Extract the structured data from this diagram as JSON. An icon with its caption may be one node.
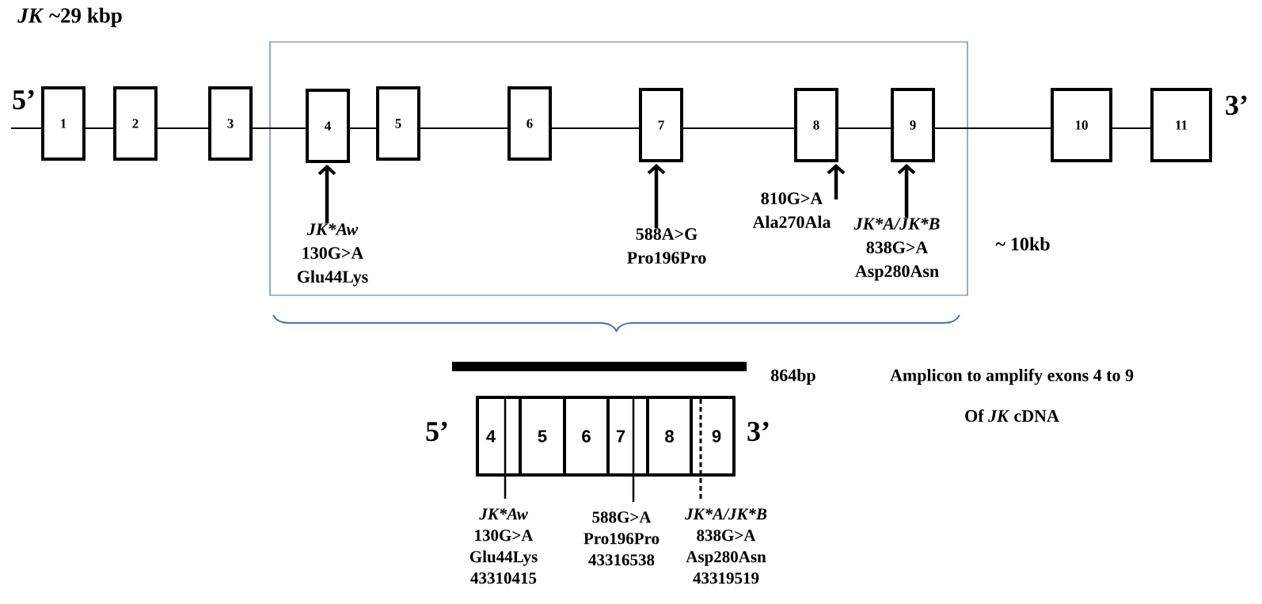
{
  "diagram": {
    "title": "*JK* ~29 kbp",
    "nodes": [
      {
        "text": [],
        "shape": "box"
      },
      {
        "text": [
          "1"
        ]
      },
      {
        "text": [
          "2"
        ]
      },
      {
        "text": [
          "3"
        ]
      },
      {
        "text": [
          "4"
        ],
        "in": 0
      },
      {
        "text": [
          "5"
        ],
        "in": 0
      },
      {
        "text": [
          "6"
        ],
        "in": 0
      },
      {
        "text": [
          "7"
        ],
        "in": 0
      },
      {
        "text": [
          "8"
        ],
        "in": 0
      },
      {
        "text": [
          "9"
        ],
        "in": 0
      },
      {
        "text": [
          "10"
        ]
      },
      {
        "text": [
          "11"
        ]
      },
      {
        "text": [
          "JK*Aw",
          "130G>A",
          "Glu44Lys"
        ],
        "in": 0
      },
      {
        "text": [
          "588A>G",
          "Pro196Pro"
        ],
        "in": 0
      },
      {
        "text": [
          "810G>A",
          "Ala270Ala"
        ],
        "in": 0
      },
      {
        "text": [
          "JK*A/JK*B",
          "838G>A",
          "Asp280Asn"
        ],
        "in": 0
      },
      {
        "text": [],
        "shape": "bar",
        "beside": [
          "864bp"
        ]
      },
      {
        "text": [
          "4"
        ]
      },
      {
        "text": [
          "5"
        ]
      },
      {
        "text": [
          "6"
        ]
      },
      {
        "text": [
          "7"
        ]
      },
      {
        "text": [
          "8"
        ]
      },
      {
        "text": [
          "9"
        ]
      },
      {
        "text": [
          "JK*Aw",
          "130G>A",
          "Glu44Lys",
          "43310415"
        ]
      },
      {
        "text": [
          "588G>A",
          "Pro196Pro",
          "43316538"
        ]
      },
      {
        "text": [
          "JK*A/JK*B",
          "838G>A",
          "Asp280Asn",
          "43319519"
        ]
      }
    ],
    "edges": [
      {
        "from": null,
        "to": 1,
        "arrow": "none"
      },
      {
        "from": 1,
        "to": 2,
        "arrow": "none"
      },
      {
        "from": 2,
        "to": 3,
        "arrow": "none"
      },
      {
        "from": 3,
        "to": 4,
        "arrow": "none"
      },
      {
        "from": 4,
        "to": 5,
        "arrow": "none"
      },
      {
        "from": 5,
        "to": 6,
        "arrow": "none"
      },
      {
        "from": 6,
        "to": 7,
        "arrow": "none"
      },
      {
        "from": 7,
        "to": 8,
        "arrow": "none"
      },
      {
        "from": 8,
        "to": 9,
        "arrow": "none"
      },
      {
        "from": 9,
        "to": 10,
        "arrow": "none"
      },
      {
        "from": 10,
        "to": 11,
        "arrow": "none"
      },
      {
        "from": 12,
        "to": 4,
        "arrow": "to",
        "style": "thick"
      },
      {
        "from": 13,
        "to": 7,
        "arrow": "to",
        "style": "thick"
      },
      {
        "from": 14,
        "to": 8,
        "arrow": "to",
        "style": "thick"
      },
      {
        "from": 15,
        "to": 9,
        "arrow": "to",
        "style": "thick"
      },
      {
        "from": 23,
        "to": 17,
        "arrow": "none"
      },
      {
        "from": 24,
        "to": 20,
        "arrow": "none"
      },
      {
        "from": 25,
        "to": 22,
        "arrow": "none",
        "style": "dashed"
      }
    ],
    "labels": [
      "5’",
      "3’",
      "~ 10kb",
      "Amplicon to amplify exons 4 to 9",
      "Of *JK* cDNA",
      "5’",
      "3’"
    ]
  }
}
